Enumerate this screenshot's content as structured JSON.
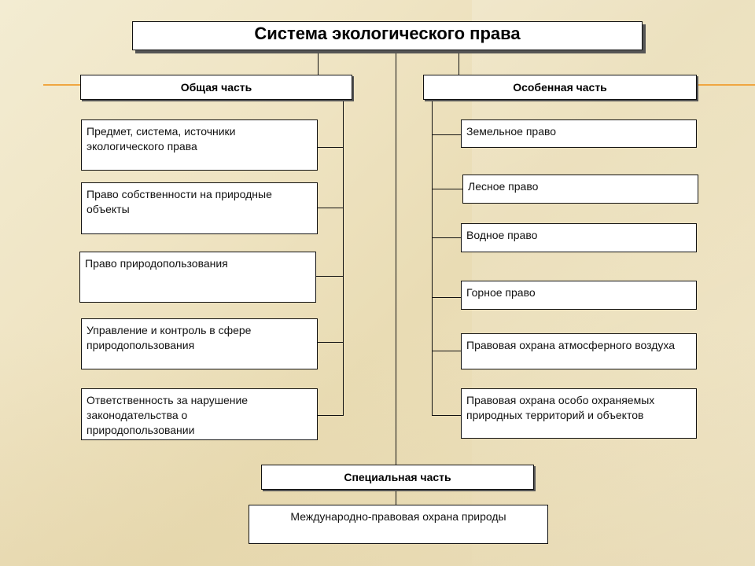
{
  "title": "Система экологического права",
  "general": {
    "heading": "Общая часть",
    "items": [
      "Предмет, система, источники экологического права",
      "Право собственности на природные объекты",
      "Право природопользования",
      "Управление и контроль в сфере природопользования",
      "Ответственность за нарушение законодательства о природопользовании"
    ]
  },
  "special": {
    "heading": "Особенная часть",
    "items": [
      "Земельное право",
      "Лесное право",
      "Водное право",
      "Горное право",
      "Правовая охрана атмосферного воздуха",
      "Правовая охрана особо охраняемых природных территорий и объектов"
    ]
  },
  "specific": {
    "heading": "Специальная часть",
    "items": [
      "Международно-правовая охрана природы"
    ]
  }
}
